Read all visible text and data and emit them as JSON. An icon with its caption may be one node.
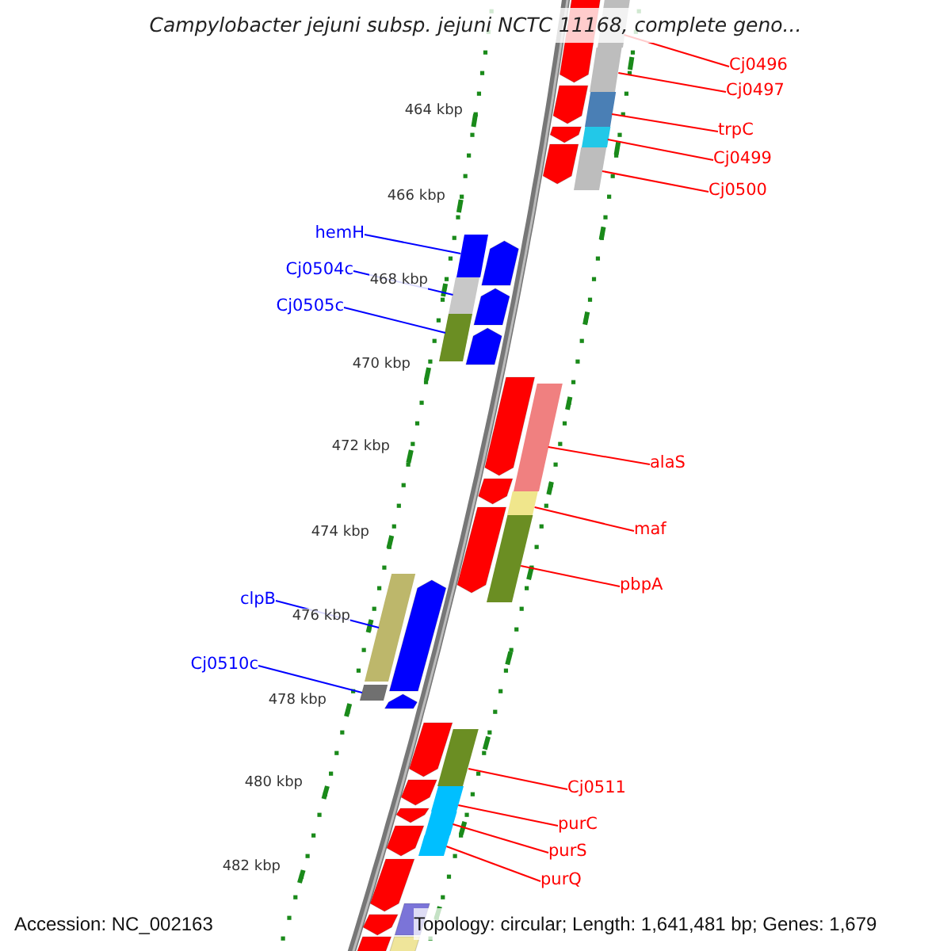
{
  "diagram": {
    "title": "Campylobacter jejuni subsp. jejuni NCTC 11168, complete geno...",
    "nodes": [
      {
        "text": [
          "Cj0496"
        ]
      },
      {
        "text": [],
        "shape": "bar"
      },
      {
        "text": [
          "Cj0497"
        ]
      },
      {
        "text": [],
        "shape": "bar"
      },
      {
        "text": [
          "trpC"
        ]
      },
      {
        "text": [],
        "shape": "bar"
      },
      {
        "text": [
          "Cj0499"
        ]
      },
      {
        "text": [],
        "shape": "bar"
      },
      {
        "text": [
          "Cj0500"
        ]
      },
      {
        "text": [],
        "shape": "bar"
      },
      {
        "text": [
          "hemH"
        ]
      },
      {
        "text": [],
        "shape": "bar"
      },
      {
        "text": [
          "Cj0504c"
        ]
      },
      {
        "text": [],
        "shape": "bar"
      },
      {
        "text": [
          "Cj0505c"
        ]
      },
      {
        "text": [],
        "shape": "bar"
      },
      {
        "text": [
          "alaS"
        ]
      },
      {
        "text": [],
        "shape": "bar"
      },
      {
        "text": [
          "maf"
        ]
      },
      {
        "text": [],
        "shape": "bar"
      },
      {
        "text": [
          "pbpA"
        ]
      },
      {
        "text": [],
        "shape": "bar"
      },
      {
        "text": [
          "clpB"
        ]
      },
      {
        "text": [],
        "shape": "bar"
      },
      {
        "text": [
          "Cj0510c"
        ]
      },
      {
        "text": [],
        "shape": "bar"
      },
      {
        "text": [
          "Cj0511"
        ]
      },
      {
        "text": [],
        "shape": "bar"
      },
      {
        "text": [
          "purC"
        ]
      },
      {
        "text": [],
        "shape": "bar"
      },
      {
        "text": [
          "purS"
        ]
      },
      {
        "text": [],
        "shape": "bar"
      },
      {
        "text": [
          "purQ"
        ]
      },
      {
        "text": [],
        "shape": "bar"
      }
    ],
    "edges": [
      {
        "from": 0,
        "to": 1,
        "arrow": "none"
      },
      {
        "from": 2,
        "to": 3,
        "arrow": "none"
      },
      {
        "from": 4,
        "to": 5,
        "arrow": "none"
      },
      {
        "from": 6,
        "to": 7,
        "arrow": "none"
      },
      {
        "from": 8,
        "to": 9,
        "arrow": "none"
      },
      {
        "from": 10,
        "to": 11,
        "arrow": "none",
        "color": "#0000ff"
      },
      {
        "from": 12,
        "to": 13,
        "arrow": "none",
        "color": "#0000ff"
      },
      {
        "from": 14,
        "to": 15,
        "arrow": "none",
        "color": "#0000ff"
      },
      {
        "from": 16,
        "to": 17,
        "arrow": "none"
      },
      {
        "from": 18,
        "to": 19,
        "arrow": "none"
      },
      {
        "from": 20,
        "to": 21,
        "arrow": "none"
      },
      {
        "from": 22,
        "to": 23,
        "arrow": "none",
        "color": "#0000ff"
      },
      {
        "from": 24,
        "to": 25,
        "arrow": "none",
        "color": "#0000ff"
      },
      {
        "from": 26,
        "to": 27,
        "arrow": "none"
      },
      {
        "from": 28,
        "to": 29,
        "arrow": "none"
      },
      {
        "from": 30,
        "to": 31,
        "arrow": "none"
      },
      {
        "from": 32,
        "to": 33,
        "arrow": "none"
      }
    ],
    "labels": [
      "464 kbp",
      "466 kbp",
      "468 kbp",
      "470 kbp",
      "472 kbp",
      "474 kbp",
      "476 kbp",
      "478 kbp",
      "480 kbp",
      "482 kbp",
      "Accession: NC_002163",
      "Topology: circular; Length: 1,641,481 bp; Genes: 1,679"
    ]
  }
}
